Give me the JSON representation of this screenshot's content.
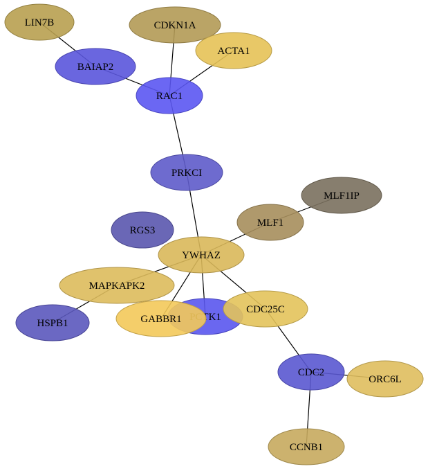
{
  "nodes": [
    {
      "id": "LIN7B",
      "label": "LIN7B",
      "color": "#B8A050"
    },
    {
      "id": "CDKN1A",
      "label": "CDKN1A",
      "color": "#B39A55"
    },
    {
      "id": "ACTA1",
      "label": "ACTA1",
      "color": "#E5C257"
    },
    {
      "id": "BAIAP2",
      "label": "BAIAP2",
      "color": "#5A55DC"
    },
    {
      "id": "RAC1",
      "label": "RAC1",
      "color": "#5B57F2"
    },
    {
      "id": "PRKCI",
      "label": "PRKCI",
      "color": "#5E5BCA"
    },
    {
      "id": "MLF1IP",
      "label": "MLF1IP",
      "color": "#7A705E"
    },
    {
      "id": "MLF1",
      "label": "MLF1",
      "color": "#A68E5C"
    },
    {
      "id": "RGS3",
      "label": "RGS3",
      "color": "#5A57AE"
    },
    {
      "id": "YWHAZ",
      "label": "YWHAZ",
      "color": "#D9B85A"
    },
    {
      "id": "MAPKAPK2",
      "label": "MAPKAPK2",
      "color": "#DDBB5C"
    },
    {
      "id": "PCTK1",
      "label": "PCTK1",
      "color": "#5A57EE"
    },
    {
      "id": "CDC25C",
      "label": "CDC25C",
      "color": "#E3C35B"
    },
    {
      "id": "GABBR1",
      "label": "GABBR1",
      "color": "#F3C95A"
    },
    {
      "id": "HSPB1",
      "label": "HSPB1",
      "color": "#5B58BC"
    },
    {
      "id": "CDC2",
      "label": "CDC2",
      "color": "#5A58D0"
    },
    {
      "id": "ORC6L",
      "label": "ORC6L",
      "color": "#DFBE5E"
    },
    {
      "id": "CCNB1",
      "label": "CCNB1",
      "color": "#C6AA5E"
    }
  ],
  "edges": [
    [
      "LIN7B",
      "BAIAP2"
    ],
    [
      "BAIAP2",
      "RAC1"
    ],
    [
      "CDKN1A",
      "RAC1"
    ],
    [
      "ACTA1",
      "RAC1"
    ],
    [
      "RAC1",
      "PRKCI"
    ],
    [
      "PRKCI",
      "YWHAZ"
    ],
    [
      "MLF1IP",
      "MLF1"
    ],
    [
      "MLF1",
      "YWHAZ"
    ],
    [
      "YWHAZ",
      "MAPKAPK2"
    ],
    [
      "YWHAZ",
      "PCTK1"
    ],
    [
      "YWHAZ",
      "CDC25C"
    ],
    [
      "YWHAZ",
      "GABBR1"
    ],
    [
      "MAPKAPK2",
      "HSPB1"
    ],
    [
      "CDC25C",
      "CDC2"
    ],
    [
      "CDC2",
      "ORC6L"
    ],
    [
      "CDC2",
      "CCNB1"
    ]
  ]
}
